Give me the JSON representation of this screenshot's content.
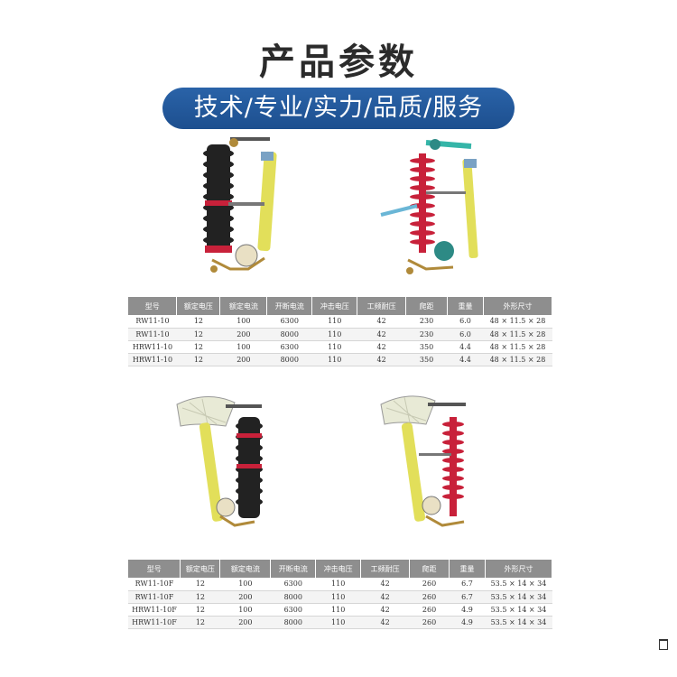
{
  "page": {
    "title": "产品参数",
    "banner": "技术/专业/实力/品质/服务"
  },
  "table_headers": [
    "型号",
    "额定电压",
    "额定电流",
    "开断电流",
    "冲击电压",
    "工频耐压",
    "爬距",
    "重量",
    "外形尺寸"
  ],
  "table1": {
    "rows": [
      [
        "RW11-10",
        "12",
        "100",
        "6300",
        "110",
        "42",
        "230",
        "6.0",
        "48 × 11.5 × 28"
      ],
      [
        "RW11-10",
        "12",
        "200",
        "8000",
        "110",
        "42",
        "230",
        "6.0",
        "48 × 11.5 × 28"
      ],
      [
        "HRW11-10",
        "12",
        "100",
        "6300",
        "110",
        "42",
        "350",
        "4.4",
        "48 × 11.5 × 28"
      ],
      [
        "HRW11-10",
        "12",
        "200",
        "8000",
        "110",
        "42",
        "350",
        "4.4",
        "48 × 11.5 × 28"
      ]
    ]
  },
  "table2": {
    "rows": [
      [
        "RW11-10F",
        "12",
        "100",
        "6300",
        "110",
        "42",
        "260",
        "6.7",
        "53.5 × 14 × 34"
      ],
      [
        "RW11-10F",
        "12",
        "200",
        "8000",
        "110",
        "42",
        "260",
        "6.7",
        "53.5 × 14 × 34"
      ],
      [
        "HRW11-10F",
        "12",
        "100",
        "6300",
        "110",
        "42",
        "260",
        "4.9",
        "53.5 × 14 × 34"
      ],
      [
        "HRW11-10F",
        "12",
        "200",
        "8000",
        "110",
        "42",
        "260",
        "4.9",
        "53.5 × 14 × 34"
      ]
    ]
  },
  "colors": {
    "banner": "#1d4f8f",
    "header_gray": "#8e8e8e",
    "porcelain_black": "#222222",
    "silicone_red": "#c8213a",
    "fuse_tube_yellow": "#e2df5a"
  }
}
